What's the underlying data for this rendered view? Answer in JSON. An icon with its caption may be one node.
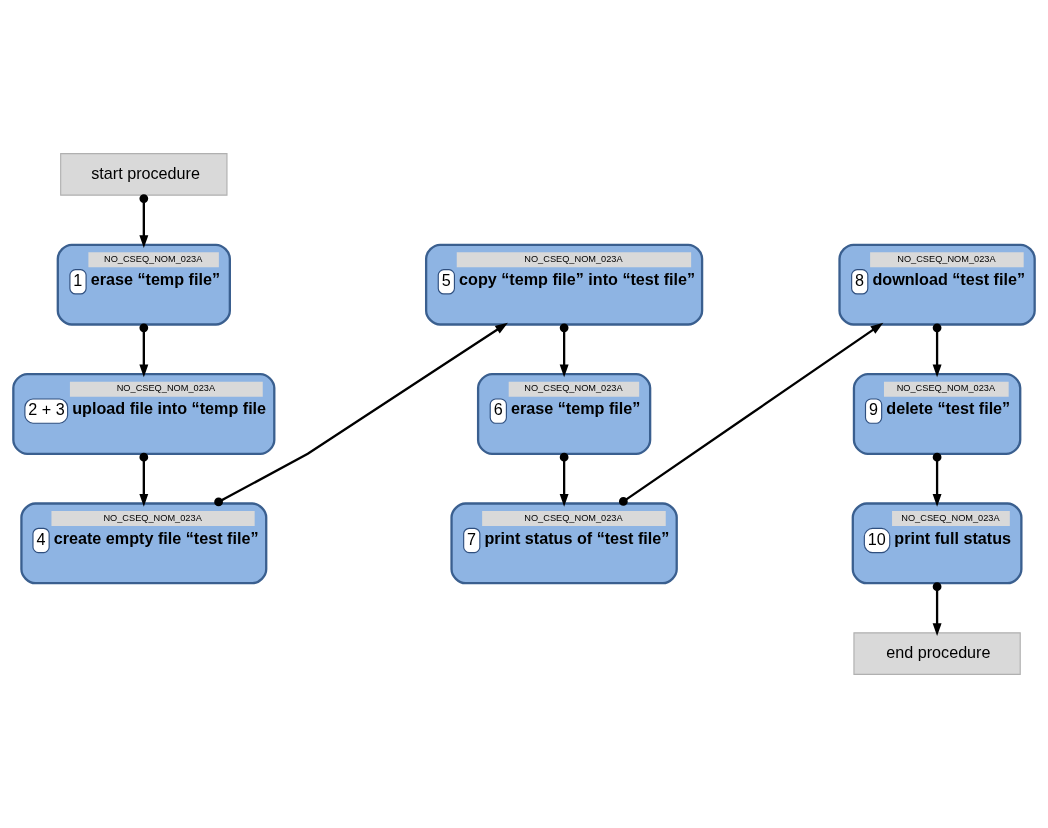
{
  "diagram": {
    "nodes": [
      {
        "text": [
          "start procedure"
        ]
      },
      {
        "text": [
          "1",
          "NO_CSEQ_NOM_023A",
          "erase “temp file”"
        ]
      },
      {
        "text": [
          "2 + 3",
          "NO_CSEQ_NOM_023A",
          "upload file into “temp file"
        ]
      },
      {
        "text": [
          "4",
          "NO_CSEQ_NOM_023A",
          "create empty file “test file”"
        ]
      },
      {
        "text": [
          "5",
          "NO_CSEQ_NOM_023A",
          "copy “temp file” into “test file”"
        ]
      },
      {
        "text": [
          "6",
          "NO_CSEQ_NOM_023A",
          "erase “temp file”"
        ]
      },
      {
        "text": [
          "7",
          "NO_CSEQ_NOM_023A",
          "print status of “test file”"
        ]
      },
      {
        "text": [
          "8",
          "NO_CSEQ_NOM_023A",
          "download “test file”"
        ]
      },
      {
        "text": [
          "9",
          "NO_CSEQ_NOM_023A",
          "delete “test file”"
        ]
      },
      {
        "text": [
          "10",
          "NO_CSEQ_NOM_023A",
          "print full status"
        ]
      },
      {
        "text": [
          "end procedure"
        ]
      }
    ],
    "edges": [
      {
        "from": 0,
        "to": 1,
        "arrow": "to"
      },
      {
        "from": 1,
        "to": 2,
        "arrow": "to"
      },
      {
        "from": 2,
        "to": 3,
        "arrow": "to"
      },
      {
        "from": 3,
        "to": 4,
        "arrow": "to"
      },
      {
        "from": 4,
        "to": 5,
        "arrow": "to"
      },
      {
        "from": 5,
        "to": 6,
        "arrow": "to"
      },
      {
        "from": 6,
        "to": 7,
        "arrow": "to"
      },
      {
        "from": 7,
        "to": 8,
        "arrow": "to"
      },
      {
        "from": 8,
        "to": 9,
        "arrow": "to"
      },
      {
        "from": 9,
        "to": 10,
        "arrow": "to"
      }
    ]
  }
}
